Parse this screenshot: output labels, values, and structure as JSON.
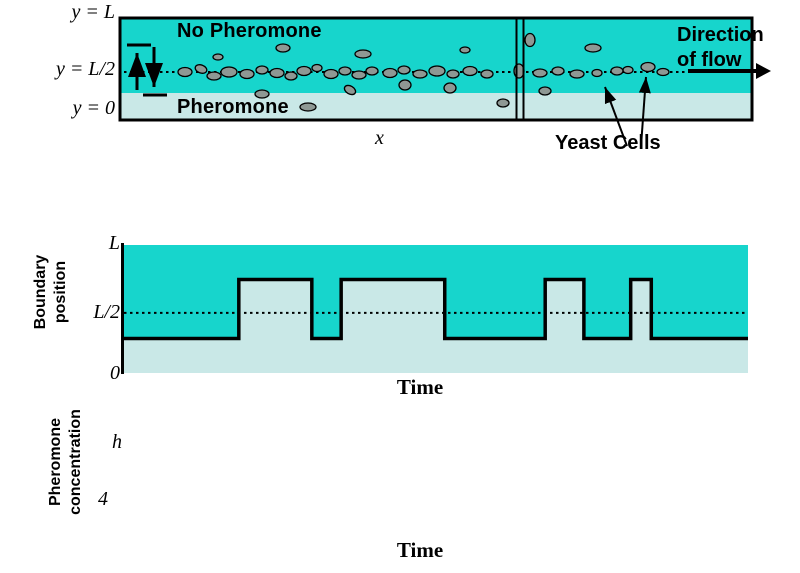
{
  "colors": {
    "no_pheromone_fill": "#17D5CC",
    "pheromone_fill": "#C9E8E7",
    "cell_fill": "#8E9894",
    "line_color": "#000000"
  },
  "top_panel": {
    "y_axis_labels": [
      "y = L",
      "y = L/2",
      "y = 0"
    ],
    "x_label": "x",
    "region_top_label": "No Pheromone",
    "region_bottom_label": "Pheromone",
    "direction_label_line1": "Direction",
    "direction_label_line2": "of flow",
    "yeast_label": "Yeast Cells",
    "cells": [
      [
        185,
        72,
        7,
        4.5,
        0
      ],
      [
        201,
        69,
        6,
        4,
        20
      ],
      [
        214,
        76,
        7,
        4,
        0
      ],
      [
        229,
        72,
        8,
        5,
        0
      ],
      [
        247,
        74,
        7,
        4.5,
        0
      ],
      [
        262,
        70,
        6,
        4,
        0
      ],
      [
        277,
        73,
        7,
        4.5,
        0
      ],
      [
        291,
        76,
        6,
        4,
        0
      ],
      [
        304,
        71,
        7,
        4.5,
        0
      ],
      [
        317,
        68,
        5,
        3.5,
        0
      ],
      [
        331,
        74,
        7,
        4.5,
        0
      ],
      [
        345,
        71,
        6,
        4,
        0
      ],
      [
        359,
        75,
        7,
        4,
        0
      ],
      [
        372,
        71,
        6,
        4,
        0
      ],
      [
        390,
        73,
        7,
        4.5,
        0
      ],
      [
        404,
        70,
        6,
        4,
        0
      ],
      [
        420,
        74,
        7,
        4,
        0
      ],
      [
        437,
        71,
        8,
        5,
        0
      ],
      [
        453,
        74,
        6,
        4,
        0
      ],
      [
        470,
        71,
        7,
        4.5,
        0
      ],
      [
        487,
        74,
        6,
        4,
        0
      ],
      [
        519,
        71,
        7,
        5,
        90
      ],
      [
        540,
        73,
        7,
        4,
        0
      ],
      [
        558,
        71,
        6,
        4,
        0
      ],
      [
        577,
        74,
        7,
        4,
        0
      ],
      [
        597,
        73,
        5,
        3.5,
        0
      ],
      [
        617,
        71,
        6,
        4,
        0
      ],
      [
        628,
        70,
        5,
        3.5,
        0
      ],
      [
        648,
        67,
        7,
        4.5,
        0
      ],
      [
        663,
        72,
        6,
        3.5,
        0
      ],
      [
        218,
        57,
        5,
        3,
        0
      ],
      [
        283,
        48,
        7,
        4,
        0
      ],
      [
        363,
        54,
        8,
        4,
        0
      ],
      [
        465,
        50,
        5,
        3,
        0
      ],
      [
        530,
        40,
        5,
        6.5,
        0
      ],
      [
        593,
        48,
        8,
        4,
        0
      ],
      [
        262,
        94,
        7,
        4,
        0
      ],
      [
        308,
        107,
        8,
        4,
        0
      ],
      [
        350,
        90,
        6,
        4,
        30
      ],
      [
        405,
        85,
        6,
        5,
        0
      ],
      [
        450,
        88,
        6,
        5,
        0
      ],
      [
        503,
        103,
        6,
        4,
        0
      ],
      [
        545,
        91,
        6,
        4,
        0
      ]
    ]
  },
  "chart_data": [
    {
      "type": "area",
      "title": "",
      "xlabel": "Time",
      "ylabel": "Boundary\nposition",
      "yticks": [
        "L",
        "L/2",
        "0"
      ],
      "ylim": [
        0,
        1
      ],
      "grid": false,
      "dotted_reference_level": 0.47,
      "levels": {
        "high": 0.73,
        "low": 0.27
      },
      "segments": [
        [
          0.0,
          0.184,
          "low"
        ],
        [
          0.184,
          0.301,
          "high"
        ],
        [
          0.301,
          0.348,
          "low"
        ],
        [
          0.348,
          0.514,
          "high"
        ],
        [
          0.514,
          0.675,
          "low"
        ],
        [
          0.675,
          0.737,
          "high"
        ],
        [
          0.737,
          0.812,
          "low"
        ],
        [
          0.812,
          0.845,
          "high"
        ],
        [
          0.845,
          1.0,
          "low"
        ]
      ],
      "fill_above_curve": "#17D5CC",
      "fill_below_curve": "#C9E8E7"
    },
    {
      "type": "line",
      "title": "",
      "xlabel": "Time",
      "ylabel": "Pheromone\nconcentration",
      "yticks": [
        "h",
        "4"
      ],
      "series": [],
      "note_no_curve_visible": true
    }
  ],
  "middle_panel": {
    "ylabel": "Boundary\nposition",
    "tick_top": "L",
    "tick_mid": "L/2",
    "tick_bottom": "0",
    "xlabel": "Time"
  },
  "bottom_panel": {
    "ylabel": "Pheromone\nconcentration",
    "tick_top": "h",
    "tick_bottom": "4",
    "xlabel": "Time"
  }
}
